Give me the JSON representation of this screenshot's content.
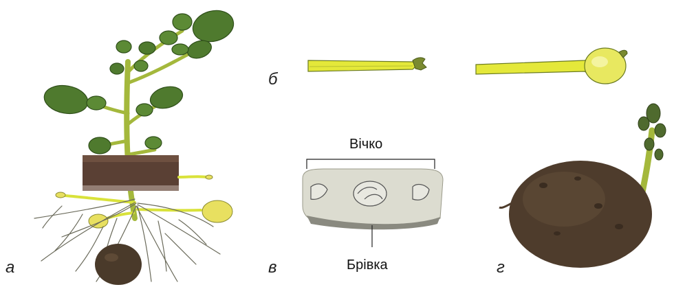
{
  "panels": {
    "a": "а",
    "b": "б",
    "v": "в",
    "g": "г"
  },
  "labels": {
    "eye": "Вічко",
    "brow": "Брівка"
  },
  "colors": {
    "leaf": "#4f7a2e",
    "leaf_vein": "#2f4f1a",
    "stem": "#9fb83a",
    "stolon": "#d9e23a",
    "soil": "#5a4034",
    "root": "#6a6a5a",
    "tuber_dark": "#4a3a2a",
    "tuber_light": "#e8e060",
    "sprout": "#7a9a3a",
    "tuber_section": "#dcdcd0"
  }
}
